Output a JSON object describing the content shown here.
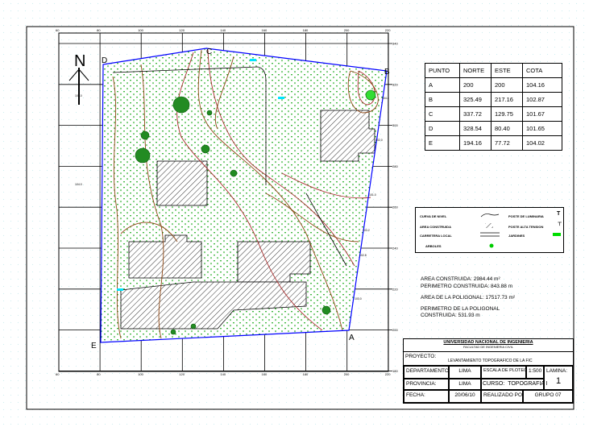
{
  "drawing": {
    "north_label": "N",
    "grid_x_labels": [
      "60",
      "80",
      "100",
      "120",
      "140",
      "160",
      "180",
      "200",
      "220"
    ],
    "grid_y_labels": [
      "340",
      "320",
      "300",
      "280",
      "260",
      "240",
      "220",
      "200",
      "180"
    ],
    "vertex_labels": [
      "A",
      "B",
      "C",
      "D",
      "E"
    ],
    "contour_labels": [
      "103.0",
      "104.0",
      "102.0",
      "101.0",
      "104.4",
      "103.2",
      "102.8",
      "103.0"
    ],
    "colors": {
      "polygon": "#0000ff",
      "contour_major": "#a52a2a",
      "contour_minor": "#8b4513",
      "garden": "#00a000",
      "tree": "#228b22"
    }
  },
  "coords_table": {
    "headers": [
      "PUNTO",
      "NORTE",
      "ESTE",
      "COTA"
    ],
    "rows": [
      [
        "A",
        "200",
        "200",
        "104.16"
      ],
      [
        "B",
        "325.49",
        "217.16",
        "102.87"
      ],
      [
        "C",
        "337.72",
        "129.75",
        "101.67"
      ],
      [
        "D",
        "328.54",
        "80.40",
        "101.65"
      ],
      [
        "E",
        "194.16",
        "77.72",
        "104.02"
      ]
    ]
  },
  "legend": {
    "items": [
      "CURVA DE NIVEL",
      "AREA CONSTRUIDA",
      "CARRETERA LOCAL",
      "ARBOLES",
      "POSTE DE LUMINARIA",
      "POSTE ALTA TENSION",
      "JARDINES"
    ]
  },
  "notes": {
    "area_construida": "AREA CONSTRUIDA: 2984.44 m²",
    "perimetro_construida": "PERIMETRO CONSTRUIDA: 843.88 m",
    "area_poligonal": "AREA DE LA POLIGONAL: 17517.73 m²",
    "perimetro_poligonal_1": "PERIMETRO DE LA POLIGONAL",
    "perimetro_poligonal_2": "CONSTRUIDA: 531.93 m"
  },
  "title_block": {
    "university": "UNIVERSIDAD NACIONAL DE INGENIERIA",
    "faculty": "FACULTAD DE INGENIERIA CIVIL",
    "proyecto_label": "PROYECTO:",
    "proyecto_value": "LEVANTAMIENTO TOPOGRAFICO DE LA FIC",
    "departamento_label": "DEPARTAMENTO:",
    "departamento_value": "LIMA",
    "escala_label": "ESCALA DE PLOTEO:",
    "escala_value": "1:500",
    "lamina_label": "LAMINA:",
    "lamina_value": "1",
    "provincia_label": "PROVINCIA:",
    "provincia_value": "LIMA",
    "curso_label": "CURSO:",
    "curso_value": "TOPOGRAFIA I",
    "fecha_label": "FECHA:",
    "fecha_value": "20/06/10",
    "realizado_label": "REALIZADO POR:",
    "realizado_value": "GRUPO 07"
  }
}
